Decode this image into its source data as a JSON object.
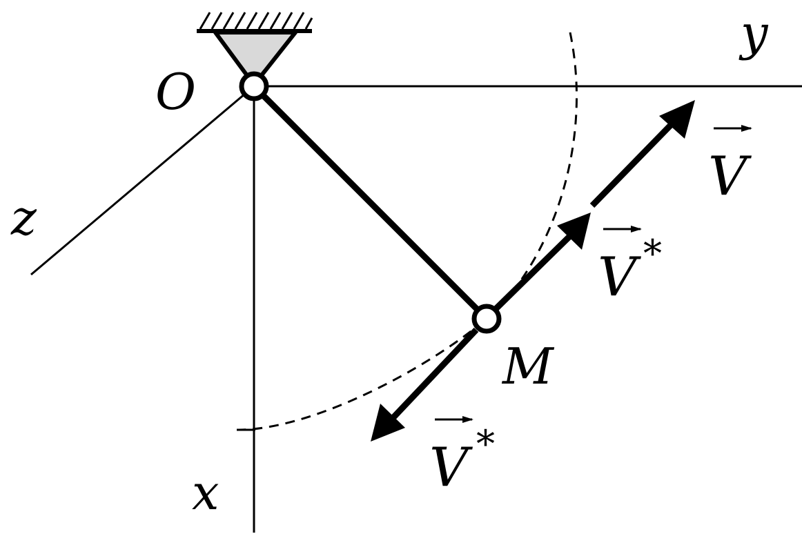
{
  "labels": {
    "origin": "O",
    "point": "M",
    "axis_y": "y",
    "axis_z": "z",
    "axis_x": "x",
    "velocity": "V",
    "velocity_star_upper": "V",
    "velocity_star_lower": "V",
    "star_symbol": "*"
  },
  "colors": {
    "ink": "#000000",
    "support_fill": "#d9d9d9",
    "background": "#ffffff"
  }
}
